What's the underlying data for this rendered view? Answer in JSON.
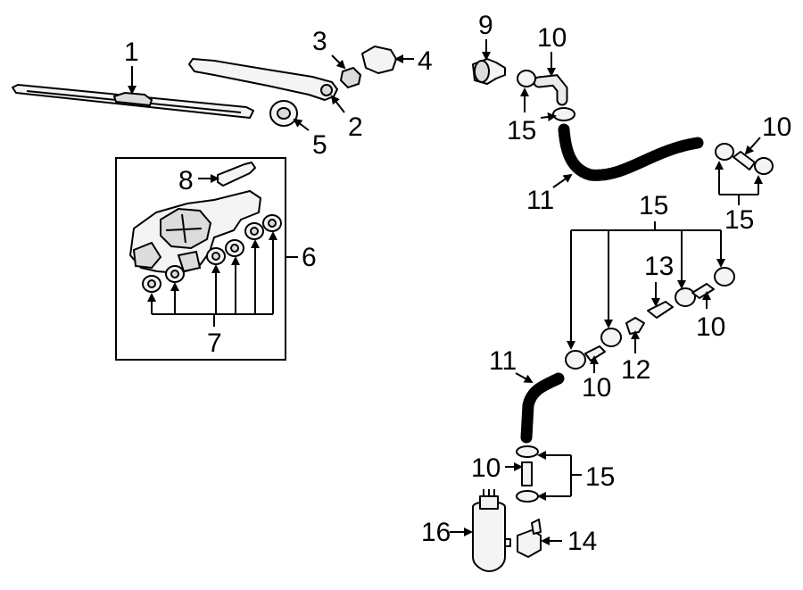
{
  "callouts": {
    "c1": "1",
    "c2": "2",
    "c3": "3",
    "c4": "4",
    "c5": "5",
    "c6": "6",
    "c7": "7",
    "c8": "8",
    "c9": "9",
    "c10a": "10",
    "c10b": "10",
    "c10c": "10",
    "c10d": "10",
    "c10e": "10",
    "c11a": "11",
    "c11b": "11",
    "c12": "12",
    "c13": "13",
    "c14": "14",
    "c15a": "15",
    "c15b": "15",
    "c15c": "15",
    "c15d": "15",
    "c16": "16"
  }
}
